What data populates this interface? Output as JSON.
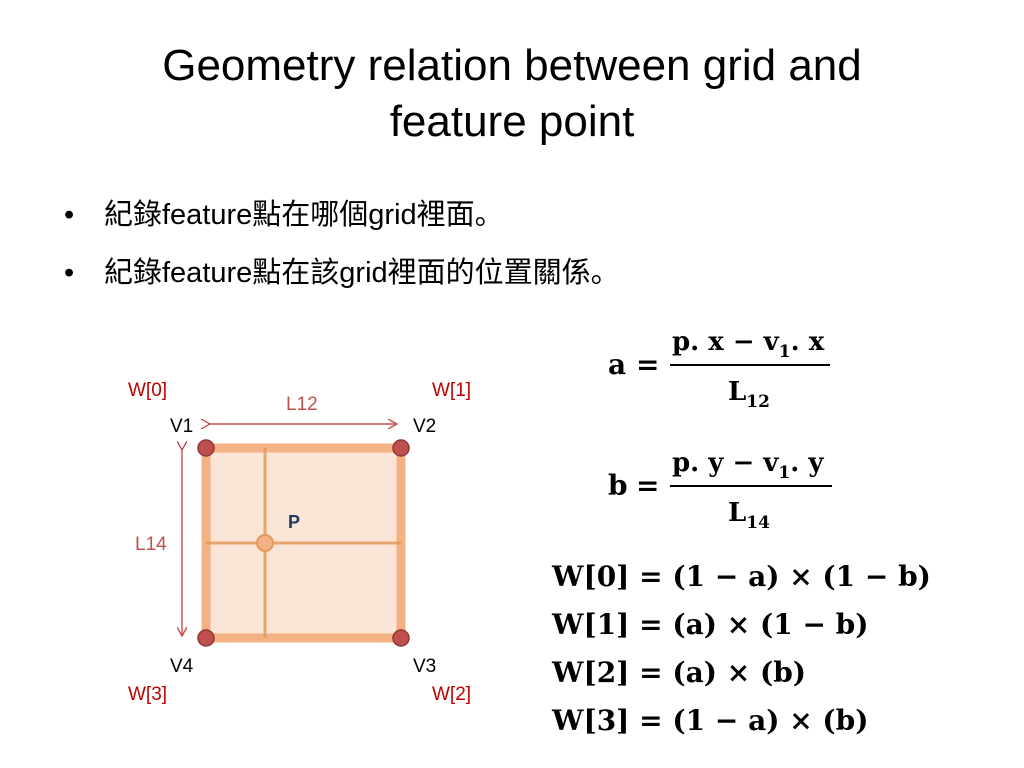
{
  "slide": {
    "title_line1": "Geometry relation between grid and",
    "title_line2": "feature point",
    "bullets": [
      "紀錄feature點在哪個grid裡面。",
      "紀錄feature點在該grid裡面的位置關係。"
    ]
  },
  "diagram": {
    "labels": {
      "w0": "W[0]",
      "w1": "W[1]",
      "w2": "W[2]",
      "w3": "W[3]",
      "v1": "V1",
      "v2": "V2",
      "v3": "V3",
      "v4": "V4",
      "l12": "L12",
      "l14": "L14",
      "p": "P"
    },
    "colors": {
      "grid_fill": "#fbe5d6",
      "grid_stroke": "#f4b183",
      "inner_line": "#e29a5c",
      "vertex_fill": "#c0504d",
      "vertex_stroke": "#8c3836",
      "weight_label": "#c00000",
      "dimension_label": "#c0504d",
      "point_label": "#1f3864",
      "point_fill": "#f4b183"
    }
  },
  "formulas": {
    "a": {
      "lhs": "a",
      "eq": "=",
      "num": "p. x − v",
      "num_sub": "1",
      "num_tail": ". x",
      "den": "L",
      "den_sub": "12"
    },
    "b": {
      "lhs": "b",
      "eq": "=",
      "num": "p. y − v",
      "num_sub": "1",
      "num_tail": ". y",
      "den": "L",
      "den_sub": "14"
    },
    "weights": [
      "W[0] = (1 − a) × (1 − b)",
      "W[1] = (a) × (1 − b)",
      "W[2] = (a) × (b)",
      "W[3] = (1 − a) × (b)"
    ]
  }
}
